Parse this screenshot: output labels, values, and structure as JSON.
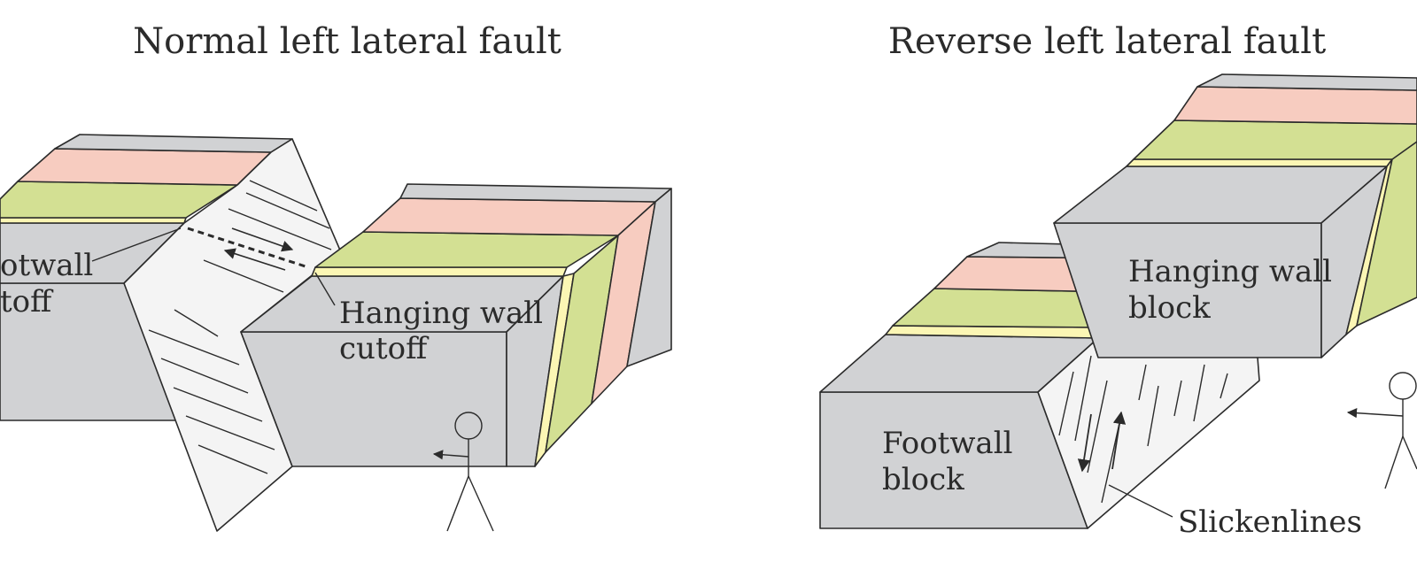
{
  "left_panel": {
    "title": "Normal left lateral fault",
    "footwall_cutoff_line1": "otwall",
    "footwall_cutoff_line2": "toff",
    "hanging_wall_cutoff_line1": "Hanging wall",
    "hanging_wall_cutoff_line2": "cutoff"
  },
  "right_panel": {
    "title": "Reverse left lateral fault",
    "hanging_wall_block_line1": "Hanging wall",
    "hanging_wall_block_line2": "block",
    "footwall_block_line1": "Footwall",
    "footwall_block_line2": "block",
    "slickenlines": "Slickenlines"
  },
  "colors": {
    "gray_block": "#d1d2d4",
    "salmon_layer": "#f7ccc0",
    "green_layer": "#d3e093",
    "yellow_layer": "#fbf6b4",
    "fault_plane": "#f4f4f4",
    "line": "#2b2b2b"
  }
}
